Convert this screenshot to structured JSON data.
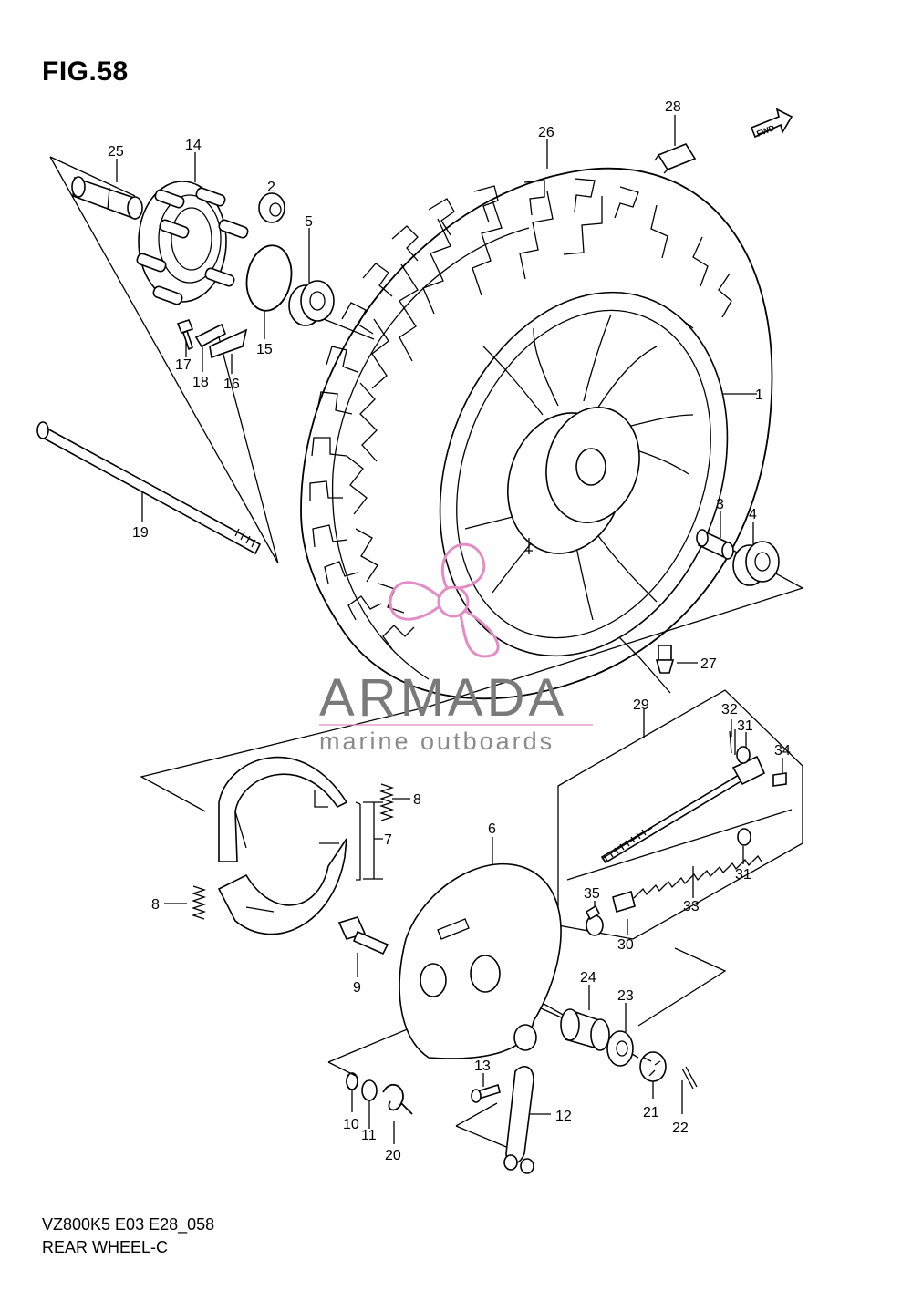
{
  "figure": {
    "title": "FIG.58",
    "code": "VZ800K5 E03 E28_058",
    "name": "REAR WHEEL-C"
  },
  "watermark": {
    "brand": "ARMADA",
    "tagline": "marine outboards",
    "logo_color": "#e48cc4"
  },
  "fwd_badge": "FWD",
  "callouts": [
    {
      "id": "c1",
      "label": "1"
    },
    {
      "id": "c2",
      "label": "2"
    },
    {
      "id": "c3",
      "label": "3"
    },
    {
      "id": "c4",
      "label": "4"
    },
    {
      "id": "c5",
      "label": "5"
    },
    {
      "id": "c6",
      "label": "6"
    },
    {
      "id": "c7",
      "label": "7"
    },
    {
      "id": "c8a",
      "label": "8"
    },
    {
      "id": "c8b",
      "label": "8"
    },
    {
      "id": "c9",
      "label": "9"
    },
    {
      "id": "c10",
      "label": "10"
    },
    {
      "id": "c11",
      "label": "11"
    },
    {
      "id": "c12",
      "label": "12"
    },
    {
      "id": "c13",
      "label": "13"
    },
    {
      "id": "c14",
      "label": "14"
    },
    {
      "id": "c15",
      "label": "15"
    },
    {
      "id": "c16",
      "label": "16"
    },
    {
      "id": "c17",
      "label": "17"
    },
    {
      "id": "c18",
      "label": "18"
    },
    {
      "id": "c19",
      "label": "19"
    },
    {
      "id": "c20",
      "label": "20"
    },
    {
      "id": "c21",
      "label": "21"
    },
    {
      "id": "c22",
      "label": "22"
    },
    {
      "id": "c23",
      "label": "23"
    },
    {
      "id": "c24",
      "label": "24"
    },
    {
      "id": "c25",
      "label": "25"
    },
    {
      "id": "c26",
      "label": "26"
    },
    {
      "id": "c27",
      "label": "27"
    },
    {
      "id": "c28",
      "label": "28"
    },
    {
      "id": "c29",
      "label": "29"
    },
    {
      "id": "c30",
      "label": "30"
    },
    {
      "id": "c31a",
      "label": "31"
    },
    {
      "id": "c31b",
      "label": "31"
    },
    {
      "id": "c32",
      "label": "32"
    },
    {
      "id": "c33",
      "label": "33"
    },
    {
      "id": "c34",
      "label": "34"
    },
    {
      "id": "c35",
      "label": "35"
    }
  ]
}
